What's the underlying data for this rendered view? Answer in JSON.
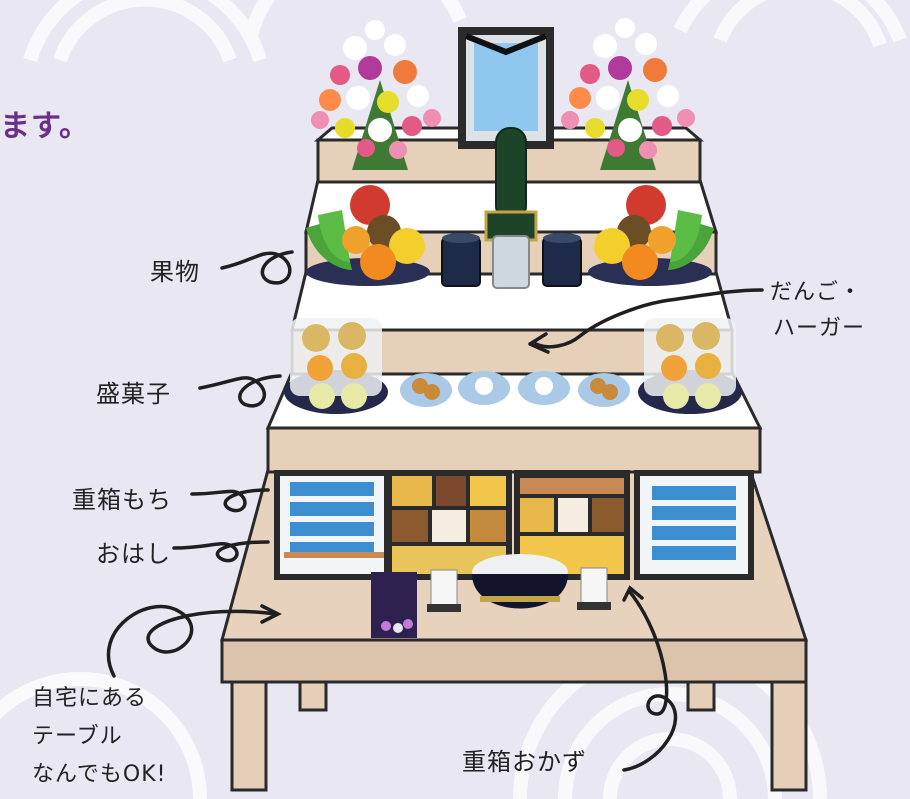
{
  "headline_fragment": "ます。",
  "labels": {
    "fruit": "果物",
    "dango": "だんご・",
    "hamburger": "ハーガー",
    "sweets": "盛菓子",
    "mochi": "重箱もち",
    "chopsticks": "おはし",
    "table_line1": "自宅にある",
    "table_line2": "テーブル",
    "table_line3": "なんでもOK!",
    "okazu": "重箱おかず"
  },
  "colors": {
    "background": "#e9e7f2",
    "headline": "#6a2f86",
    "wood": "#e7d2bd",
    "white_cloth": "#ffffff"
  }
}
